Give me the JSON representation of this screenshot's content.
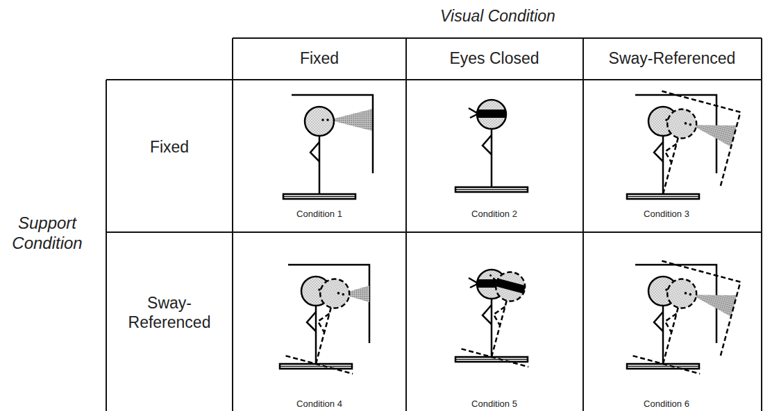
{
  "diagram": {
    "labels": [
      "Visual Condition",
      "Fixed",
      "Eyes Closed",
      "Sway-Referenced",
      "Support Condition",
      "Fixed",
      "Sway- Referenced",
      "Condition 1",
      "Condition 2",
      "Condition 3",
      "Condition 4",
      "Condition 5",
      "Condition 6"
    ]
  }
}
